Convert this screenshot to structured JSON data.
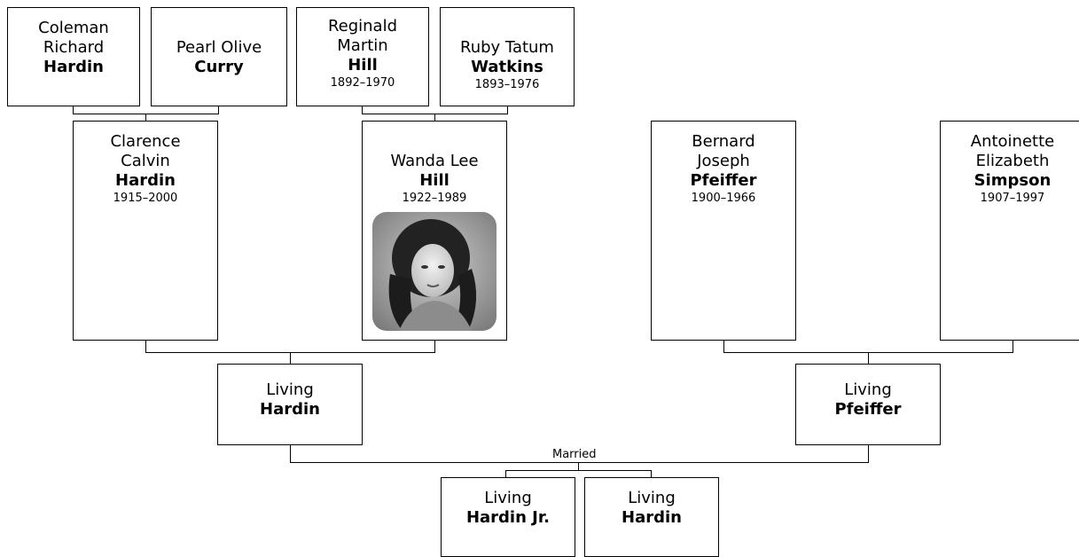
{
  "people": {
    "coleman": {
      "given": "Coleman\nRichard",
      "surname": "Hardin",
      "dates": ""
    },
    "pearl": {
      "given": "Pearl Olive",
      "surname": "Curry",
      "dates": ""
    },
    "reginald": {
      "given": "Reginald\nMartin",
      "surname": "Hill",
      "dates": "1892–1970"
    },
    "ruby": {
      "given": "Ruby Tatum",
      "surname": "Watkins",
      "dates": "1893–1976"
    },
    "clarence": {
      "given": "Clarence\nCalvin",
      "surname": "Hardin",
      "dates": "1915–2000"
    },
    "wanda": {
      "given": "Wanda Lee",
      "surname": "Hill",
      "dates": "1922–1989"
    },
    "bernard": {
      "given": "Bernard\nJoseph",
      "surname": "Pfeiffer",
      "dates": "1900–1966"
    },
    "antoinette": {
      "given": "Antoinette\nElizabeth",
      "surname": "Simpson",
      "dates": "1907–1997"
    },
    "living_hardin": {
      "given": "Living",
      "surname": "Hardin",
      "dates": ""
    },
    "living_pfeiffer": {
      "given": "Living",
      "surname": "Pfeiffer",
      "dates": ""
    },
    "living_hardin_jr": {
      "given": "Living",
      "surname": "Hardin Jr.",
      "dates": ""
    },
    "living_hardin_2": {
      "given": "Living",
      "surname": "Hardin",
      "dates": ""
    }
  },
  "relations": {
    "married_label": "Married"
  }
}
